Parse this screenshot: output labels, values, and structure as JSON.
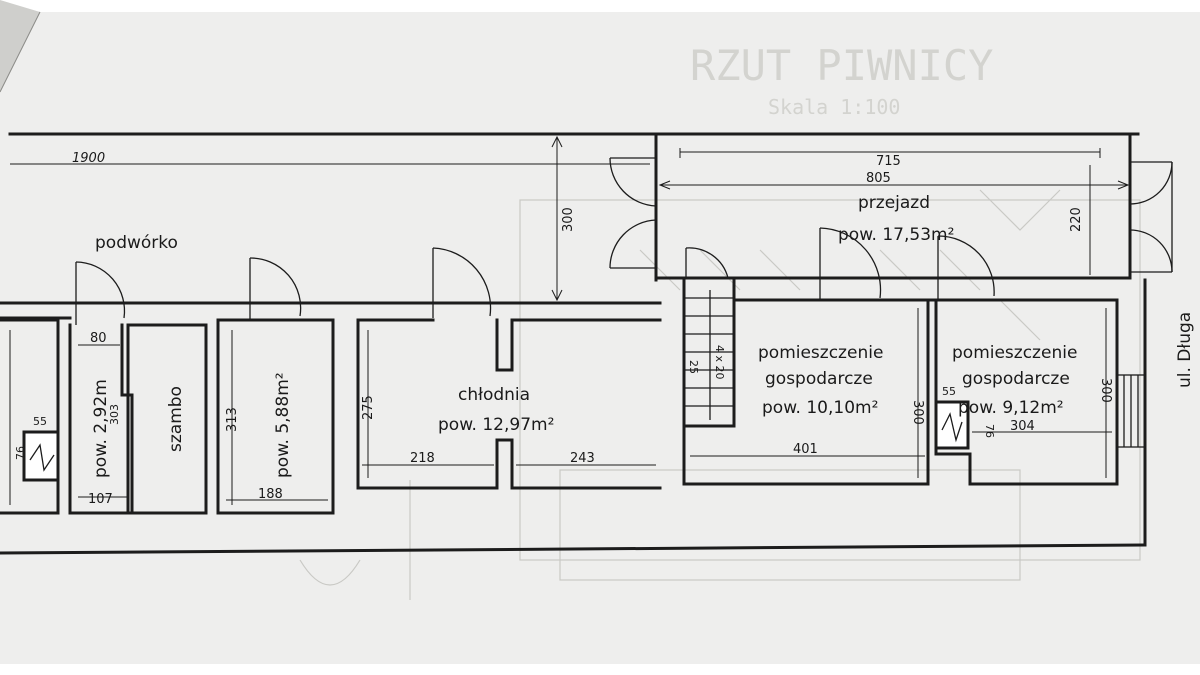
{
  "header": {
    "title_watermark": "RZUT PIWNICY",
    "scale_watermark": "Skala 1:100"
  },
  "street": "ul. Długa",
  "areas": {
    "podworko": "podwórko",
    "przejazd_name": "przejazd",
    "przejazd_area": "pow. 17,53m²",
    "szambo": "szambo",
    "room_small_area": "pow. 2,92m",
    "room_588_area": "pow. 5,88m²",
    "chlodnia_name": "chłodnia",
    "chlodnia_area": "pow. 12,97m²",
    "gosp1_line1": "pomieszczenie",
    "gosp1_line2": "gospodarcze",
    "gosp1_area": "pow. 10,10m²",
    "gosp2_line1": "pomieszczenie",
    "gosp2_line2": "gospodarcze",
    "gosp2_area": "pow. 9,12m²"
  },
  "dimensions": {
    "total_length": "1900",
    "height_300_left": "300",
    "przejazd_inner": "715",
    "przejazd_outer": "805",
    "przejazd_depth": "220",
    "small_room_width_top": "80",
    "small_room_height": "303",
    "small_room_width_bottom": "107",
    "left_edge_55": "55",
    "left_edge_76": "76",
    "room_588_height": "313",
    "room_588_width": "188",
    "chlodnia_height": "275",
    "chlodnia_left_width": "218",
    "chlodnia_right_width": "243",
    "stair_label": "4 x 20",
    "stair_label_2": "25",
    "gosp1_height": "300",
    "gosp1_width": "401",
    "gosp2_height": "300",
    "gosp2_width": "304",
    "gosp2_55": "55",
    "gosp2_76": "76"
  },
  "colors": {
    "paper": "#eeeeed",
    "ink": "#1c1c1c",
    "ghost": "#c9c9c5"
  }
}
